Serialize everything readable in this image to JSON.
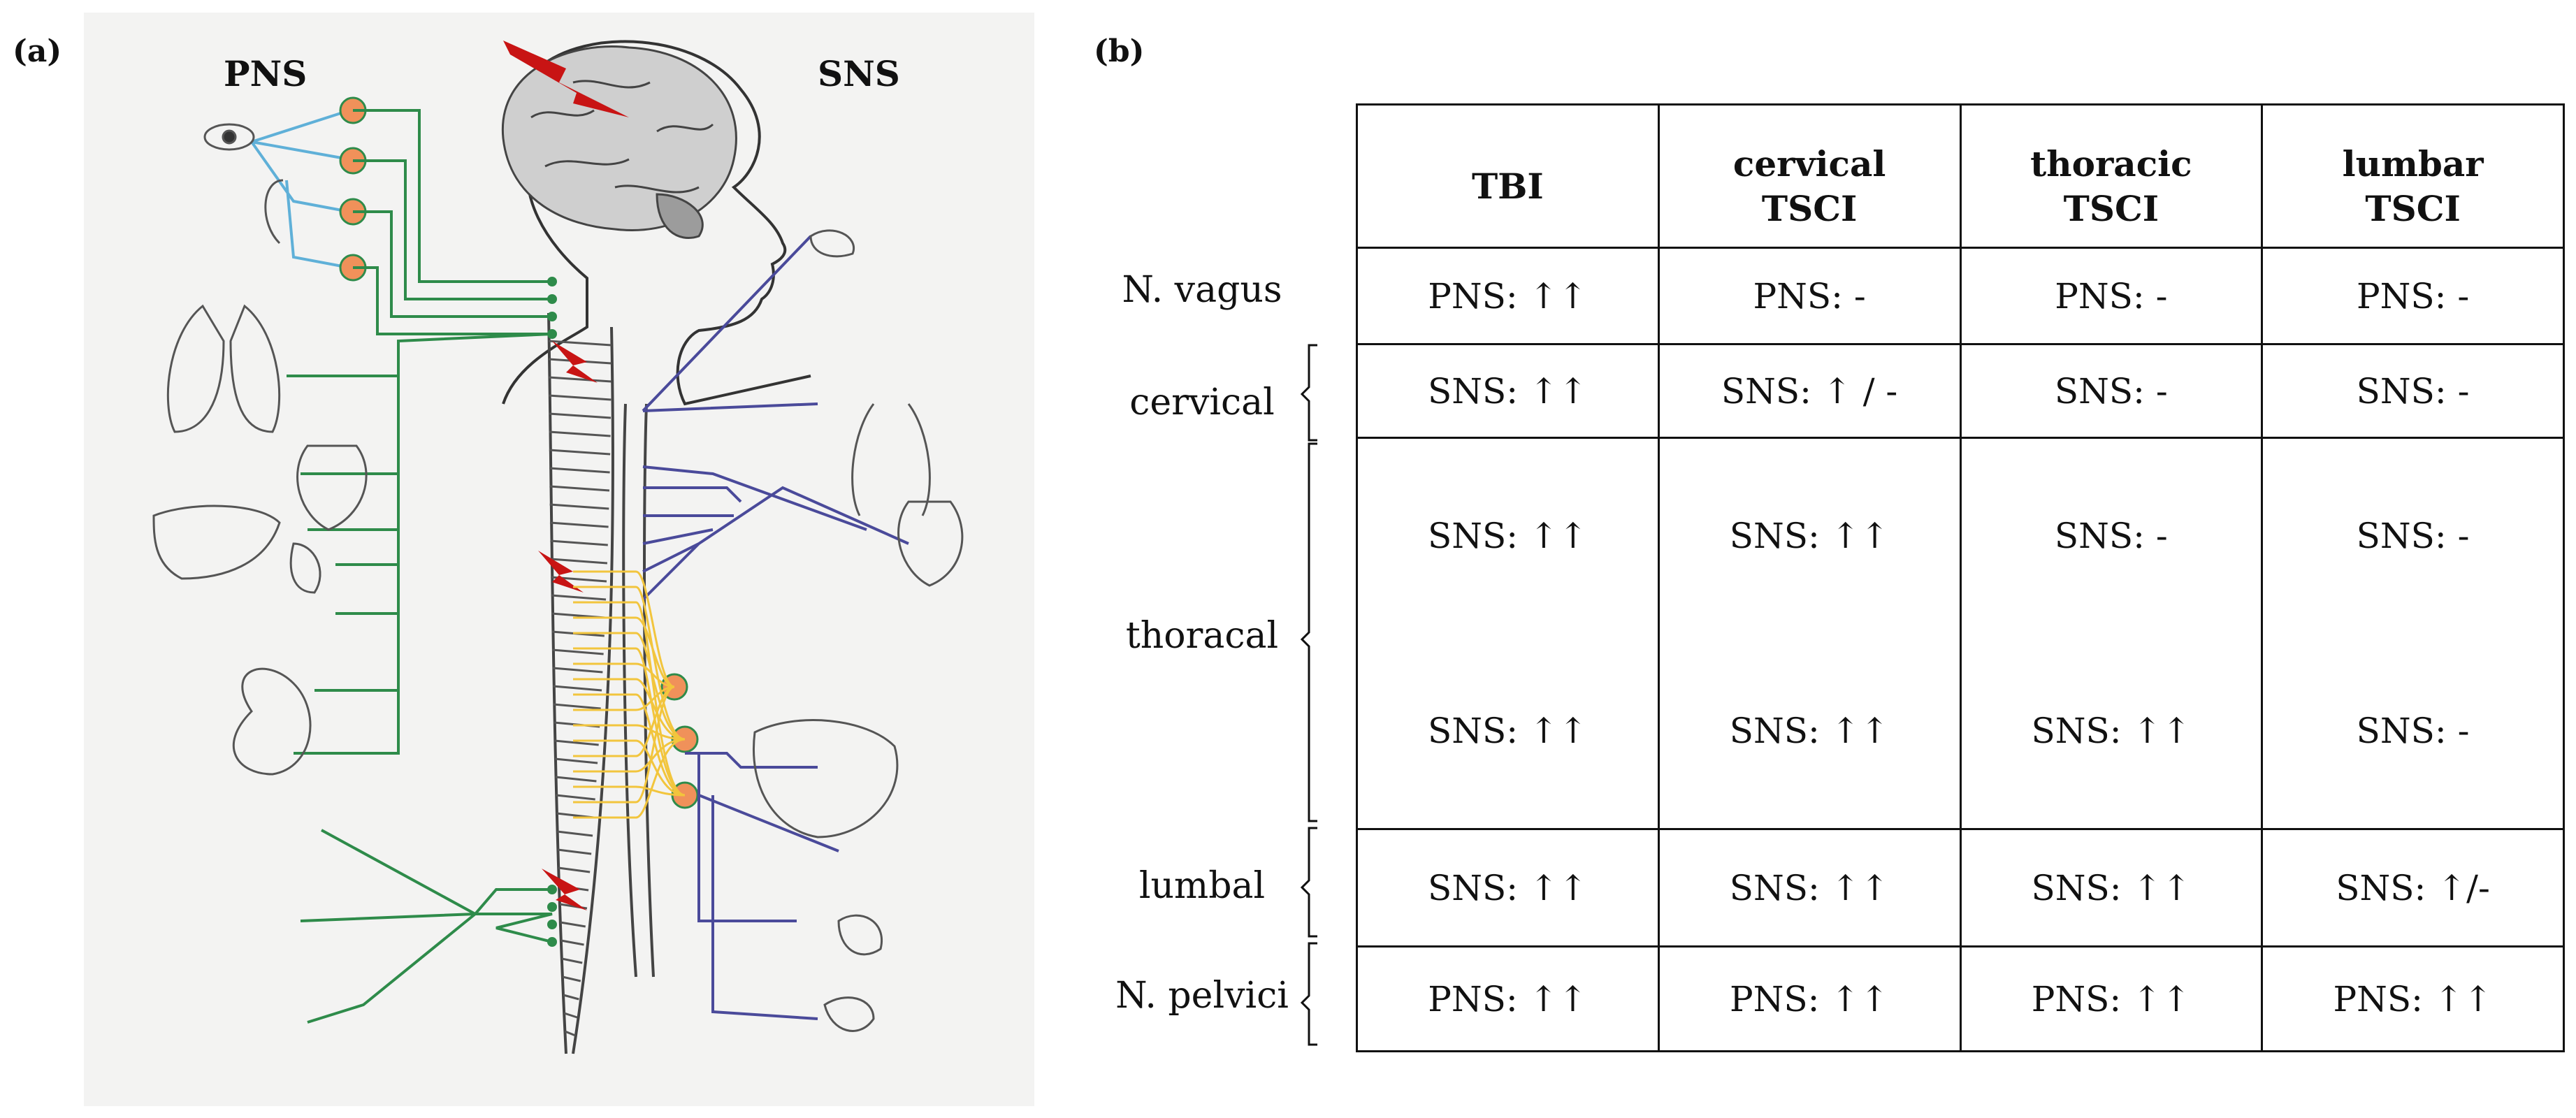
{
  "panel_a": {
    "label": "(a)",
    "left_title": "PNS",
    "right_title": "SNS",
    "colors": {
      "pns_branch": "#2e8b4a",
      "pns_cranial": "#5fb0d8",
      "sns_branch": "#4a4a9a",
      "sns_fibers": "#f2c53d",
      "ganglion": "#f0915a",
      "injury": "#c81414"
    }
  },
  "panel_b": {
    "label": "(b)",
    "columns": [
      {
        "line1": "",
        "line2": "TBI"
      },
      {
        "line1": "cervical",
        "line2": "TSCI"
      },
      {
        "line1": "thoracic",
        "line2": "TSCI"
      },
      {
        "line1": "lumbar",
        "line2": "TSCI"
      }
    ],
    "row_labels": {
      "vagus": "N. vagus",
      "cervical": "cervical",
      "thoracal": "thoracal",
      "lumbal": "lumbal",
      "pelvici": "N. pelvici"
    },
    "rows": [
      {
        "cells": [
          "PNS: ↑↑",
          "PNS: -",
          "PNS: -",
          "PNS: -"
        ]
      },
      {
        "cells": [
          "SNS: ↑↑",
          "SNS: ↑ / -",
          "SNS: -",
          "SNS: -"
        ]
      },
      {
        "cells_top": [
          "SNS: ↑↑",
          "SNS: ↑↑",
          "SNS: -",
          "SNS: -"
        ],
        "cells_bottom": [
          "SNS: ↑↑",
          "SNS: ↑↑",
          "SNS: ↑↑",
          "SNS: -"
        ]
      },
      {
        "cells": [
          "SNS: ↑↑",
          "SNS: ↑↑",
          "SNS: ↑↑",
          "SNS: ↑/-"
        ]
      },
      {
        "cells": [
          "PNS: ↑↑",
          "PNS: ↑↑",
          "PNS: ↑↑",
          "PNS: ↑↑"
        ]
      }
    ]
  }
}
